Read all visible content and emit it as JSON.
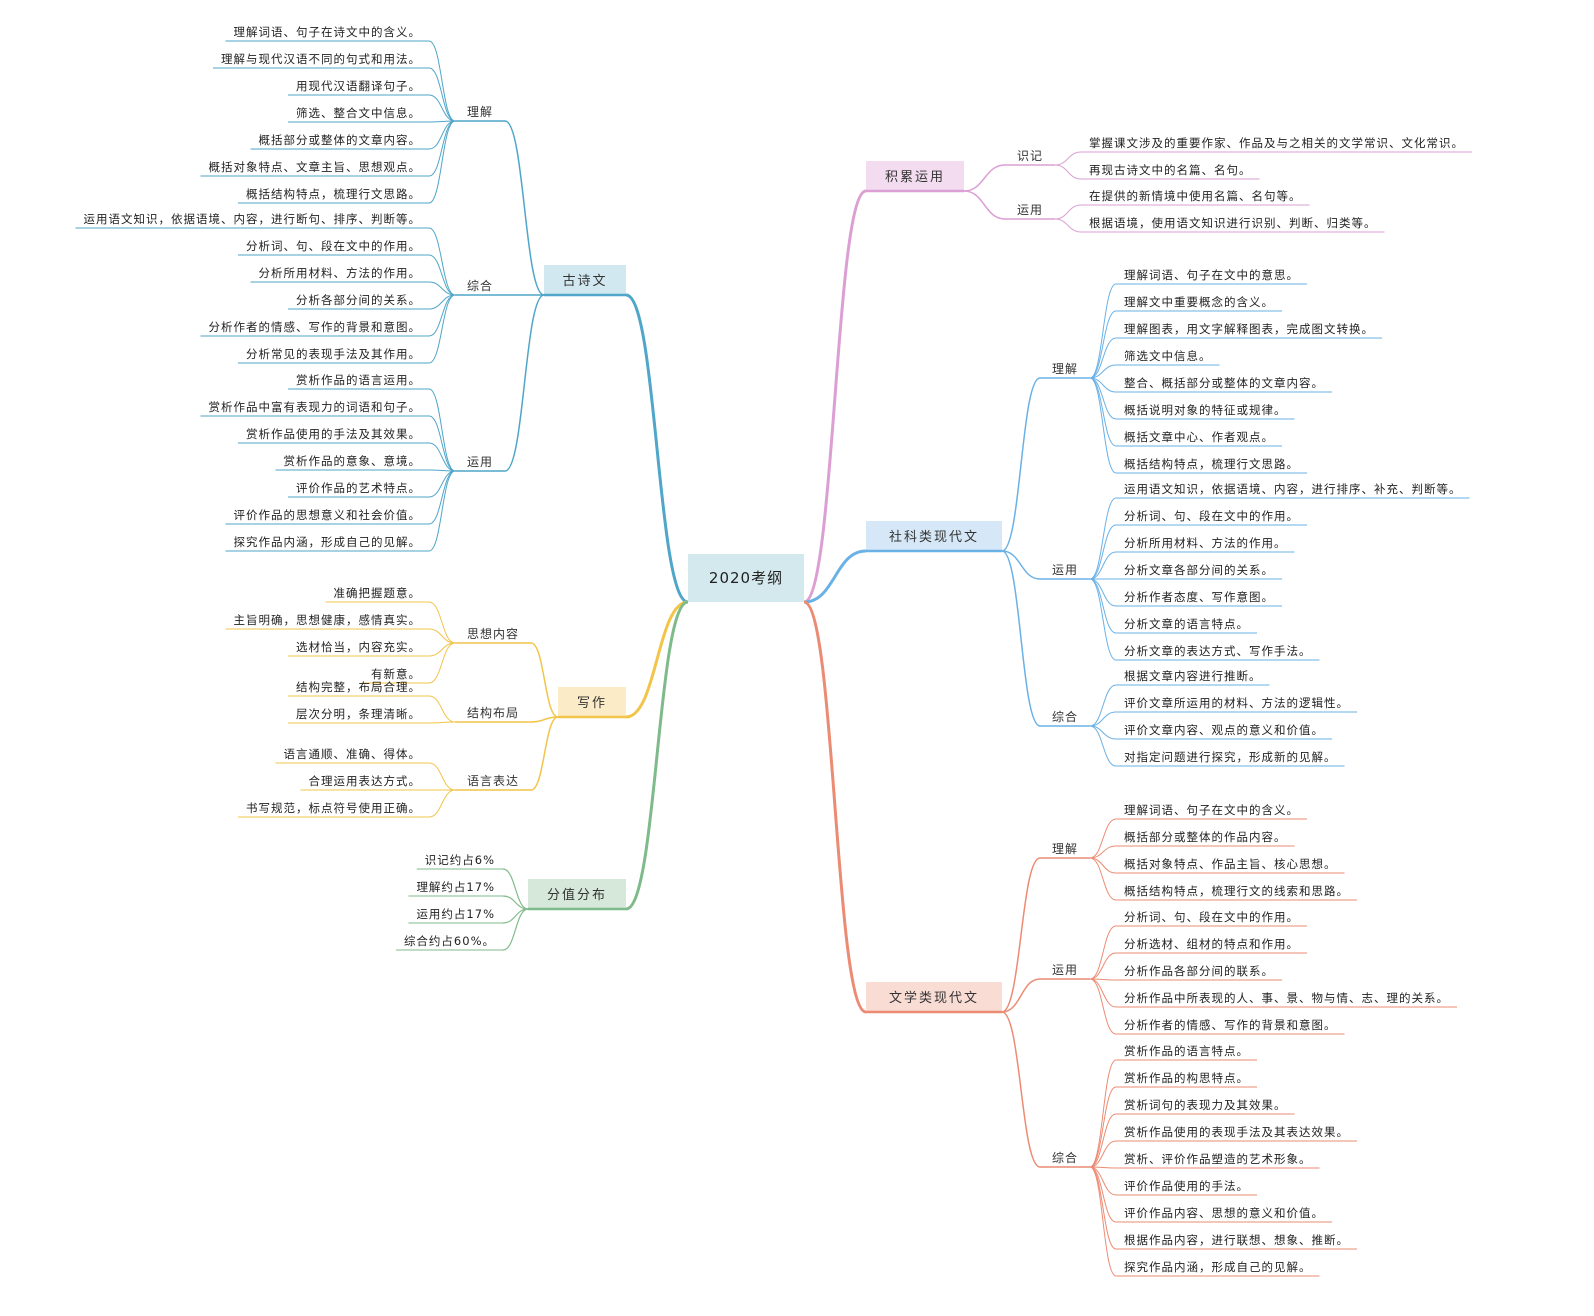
{
  "root": {
    "label": "2020考纲"
  },
  "branches": [
    {
      "id": "gushiwen",
      "label": "古诗文",
      "side": "left",
      "color": "#4fa6c9",
      "fill": "#d2e8f1",
      "subs": [
        {
          "label": "理解",
          "leaves": [
            "理解词语、句子在诗文中的含义。",
            "理解与现代汉语不同的句式和用法。",
            "用现代汉语翻译句子。",
            "筛选、整合文中信息。",
            "概括部分或整体的文章内容。",
            "概括对象特点、文章主旨、思想观点。",
            "概括结构特点，梳理行文思路。"
          ]
        },
        {
          "label": "综合",
          "leaves": [
            "运用语文知识，依据语境、内容，进行断句、排序、判断等。",
            "分析词、句、段在文中的作用。",
            "分析所用材料、方法的作用。",
            "分析各部分间的关系。",
            "分析作者的情感、写作的背景和意图。",
            "分析常见的表现手法及其作用。"
          ]
        },
        {
          "label": "运用",
          "leaves": [
            "赏析作品的语言运用。",
            "赏析作品中富有表现力的词语和句子。",
            "赏析作品使用的手法及其效果。",
            "赏析作品的意象、意境。",
            "评价作品的艺术特点。",
            "评价作品的思想意义和社会价值。",
            "探究作品内涵，形成自己的见解。"
          ]
        }
      ]
    },
    {
      "id": "xiezuo",
      "label": "写作",
      "side": "left",
      "color": "#f2c44a",
      "fill": "#fcebc7",
      "subs": [
        {
          "label": "思想内容",
          "leaves": [
            "准确把握题意。",
            "主旨明确，思想健康，感情真实。",
            "选材恰当，内容充实。",
            "有新意。"
          ]
        },
        {
          "label": "结构布局",
          "leaves": [
            "结构完整，布局合理。",
            "层次分明，条理清晰。"
          ]
        },
        {
          "label": "语言表达",
          "leaves": [
            "语言通顺、准确、得体。",
            "合理运用表达方式。",
            "书写规范，标点符号使用正确。"
          ]
        }
      ]
    },
    {
      "id": "fenzhi",
      "label": "分值分布",
      "side": "left",
      "color": "#7fba8a",
      "fill": "#d6e8da",
      "leaves": [
        "识记约占6%",
        "理解约占17%",
        "运用约占17%",
        "综合约占60%。"
      ]
    },
    {
      "id": "jilei",
      "label": "积累运用",
      "side": "right",
      "color": "#dc9fd4",
      "fill": "#f3dcf0",
      "subs": [
        {
          "label": "识记",
          "leaves": [
            "掌握课文涉及的重要作家、作品及与之相关的文学常识、文化常识。",
            "再现古诗文中的名篇、名句。"
          ]
        },
        {
          "label": "运用",
          "leaves": [
            "在提供的新情境中使用名篇、名句等。",
            "根据语境，使用语文知识进行识别、判断、归类等。"
          ]
        }
      ]
    },
    {
      "id": "sheke",
      "label": "社科类现代文",
      "side": "right",
      "color": "#6ab1e6",
      "fill": "#d6e8f7",
      "subs": [
        {
          "label": "理解",
          "leaves": [
            "理解词语、句子在文中的意思。",
            "理解文中重要概念的含义。",
            "理解图表，用文字解释图表，完成图文转换。",
            "筛选文中信息。",
            "整合、概括部分或整体的文章内容。",
            "概括说明对象的特征或规律。",
            "概括文章中心、作者观点。",
            "概括结构特点，梳理行文思路。"
          ]
        },
        {
          "label": "运用",
          "leaves": [
            "运用语文知识，依据语境、内容，进行排序、补充、判断等。",
            "分析词、句、段在文中的作用。",
            "分析所用材料、方法的作用。",
            "分析文章各部分间的关系。",
            "分析作者态度、写作意图。",
            "分析文章的语言特点。",
            "分析文章的表达方式、写作手法。"
          ]
        },
        {
          "label": "综合",
          "leaves": [
            "根据文章内容进行推断。",
            "评价文章所运用的材料、方法的逻辑性。",
            "评价文章内容、观点的意义和价值。",
            "对指定问题进行探究，形成新的见解。"
          ]
        }
      ]
    },
    {
      "id": "wenxue",
      "label": "文学类现代文",
      "side": "right",
      "color": "#ec8b73",
      "fill": "#f9dcd4",
      "subs": [
        {
          "label": "理解",
          "leaves": [
            "理解词语、句子在文中的含义。",
            "概括部分或整体的作品内容。",
            "概括对象特点、作品主旨、核心思想。",
            "概括结构特点，梳理行文的线索和思路。"
          ]
        },
        {
          "label": "运用",
          "leaves": [
            "分析词、句、段在文中的作用。",
            "分析选材、组材的特点和作用。",
            "分析作品各部分间的联系。",
            "分析作品中所表现的人、事、景、物与情、志、理的关系。",
            "分析作者的情感、写作的背景和意图。"
          ]
        },
        {
          "label": "综合",
          "leaves": [
            "赏析作品的语言特点。",
            "赏析作品的构思特点。",
            "赏析词句的表现力及其效果。",
            "赏析作品使用的表现手法及其表达效果。",
            "赏析、评价作品塑造的艺术形象。",
            "评价作品使用的手法。",
            "评价作品内容、思想的意义和价值。",
            "根据作品内容，进行联想、想象、推断。",
            "探究作品内涵，形成自己的见解。"
          ]
        }
      ]
    }
  ]
}
